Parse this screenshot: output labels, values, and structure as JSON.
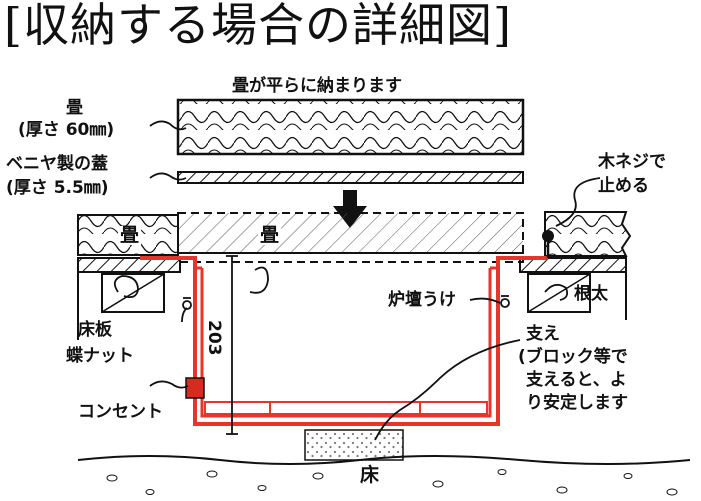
{
  "title": "[収納する場合の詳細図]",
  "labels": {
    "fits_flat": "畳が平らに納まります",
    "tatami": "畳",
    "tatami_thickness": "(厚さ 60㎜)",
    "plywood_lid": "ベニヤ製の蓋",
    "plywood_thickness": "(厚さ 5.5㎜)",
    "wood_screw_l1": "木ネジで",
    "wood_screw_l2": "止める",
    "tatami_left": "畳",
    "tatami_center": "畳",
    "ro_dan_uke": "炉壇うけ",
    "nebuto": "根太",
    "yukaita": "床板",
    "butterfly_nut": "蝶ナット",
    "dimension": "203",
    "support_l1": "支え",
    "support_l2": "(ブロック等で",
    "support_l3": "支えると、よ",
    "support_l4": "り安定します",
    "outlet": "コンセント",
    "floor": "床"
  },
  "colors": {
    "ink": "#111111",
    "red_frame": "#e8352a",
    "outlet_fill": "#d62b1f",
    "block_dots": "#777777"
  }
}
